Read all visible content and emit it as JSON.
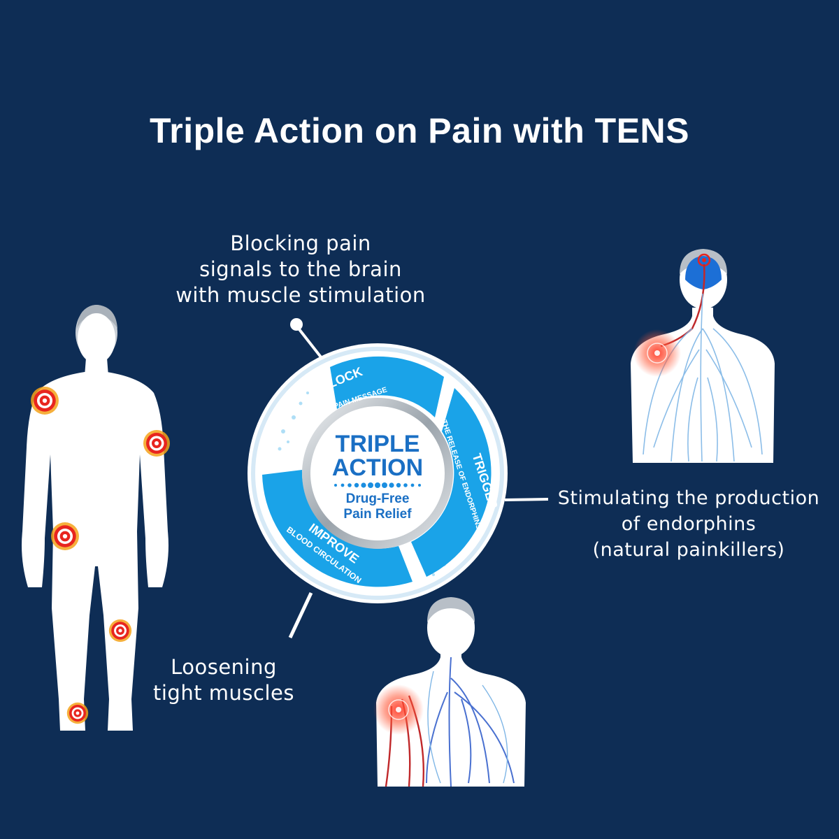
{
  "title": "Triple Action on Pain with TENS",
  "captions": {
    "block": [
      "Blocking pain",
      "signals to the brain",
      "with muscle stimulation"
    ],
    "endorphins": [
      "Stimulating the production",
      "of endorphins",
      "(natural painkillers)"
    ],
    "loosen": [
      "Loosening",
      "tight muscles"
    ]
  },
  "badge": {
    "center_line1": "TRIPLE",
    "center_line2": "ACTION",
    "center_sub1": "Drug-Free",
    "center_sub2": "Pain Relief",
    "seg_block_title": "BLOCK",
    "seg_block_sub": "THE PAIN MESSAGE",
    "seg_trigger_title": "TRIGGER",
    "seg_trigger_sub": "THE RELEASE OF ENDORPHINS",
    "seg_improve_title": "IMPROVE",
    "seg_improve_sub": "BLOOD CIRCULATION"
  },
  "colors": {
    "background": "#0e2d55",
    "badge_blue": "#1aa3e8",
    "badge_text": "#1a6fc4",
    "pain_red": "#e8251f"
  }
}
